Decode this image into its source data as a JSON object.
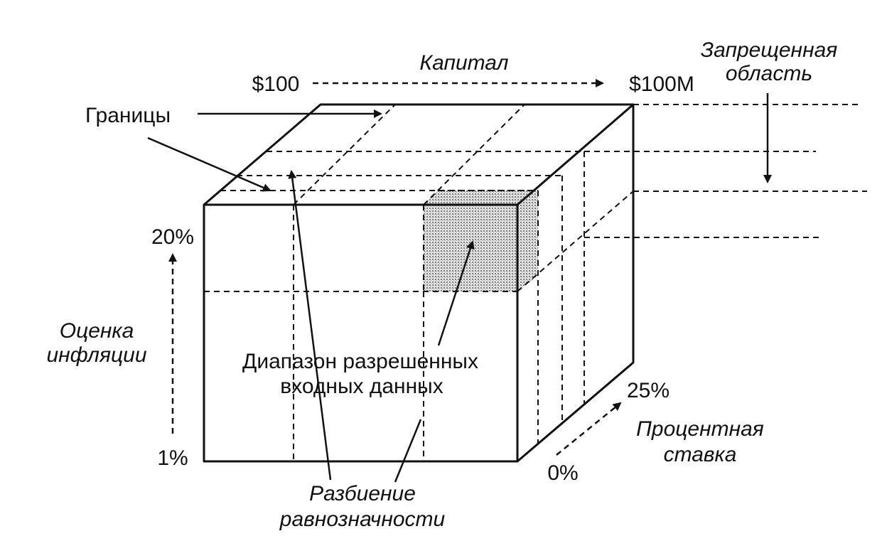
{
  "axes": {
    "capital": {
      "label": "Капитал",
      "min": "$100",
      "max": "$100M"
    },
    "inflation": {
      "label_line1": "Оценка",
      "label_line2": "инфляции",
      "min": "1%",
      "max": "20%"
    },
    "interest": {
      "label_line1": "Процентная",
      "label_line2": "ставка",
      "min": "0%",
      "max": "25%"
    }
  },
  "annotations": {
    "forbidden_line1": "Запрещенная",
    "forbidden_line2": "область",
    "boundaries": "Границы",
    "valid_range_line1": "Диапазон разрешенных",
    "valid_range_line2": "входных данных",
    "partition_line1": "Разбиение",
    "partition_line2": "равнозначности"
  },
  "colors": {
    "stroke": "#111111",
    "highlight_fill": "#bdbdbd"
  }
}
